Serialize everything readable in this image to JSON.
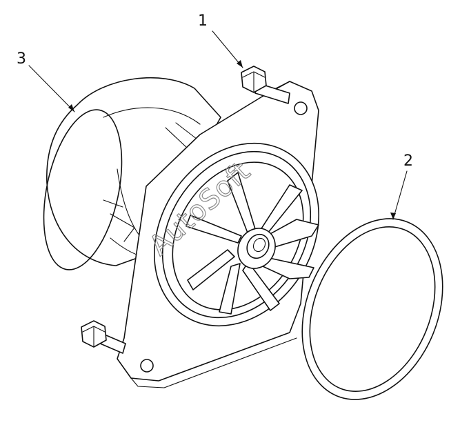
{
  "callouts": [
    {
      "id": "1",
      "label": "1"
    },
    {
      "id": "2",
      "label": "2"
    },
    {
      "id": "3",
      "label": "3"
    }
  ],
  "watermark": "AutoSoft",
  "colors": {
    "line": "#111111",
    "background": "#ffffff",
    "watermark": "#8a8a8a"
  }
}
